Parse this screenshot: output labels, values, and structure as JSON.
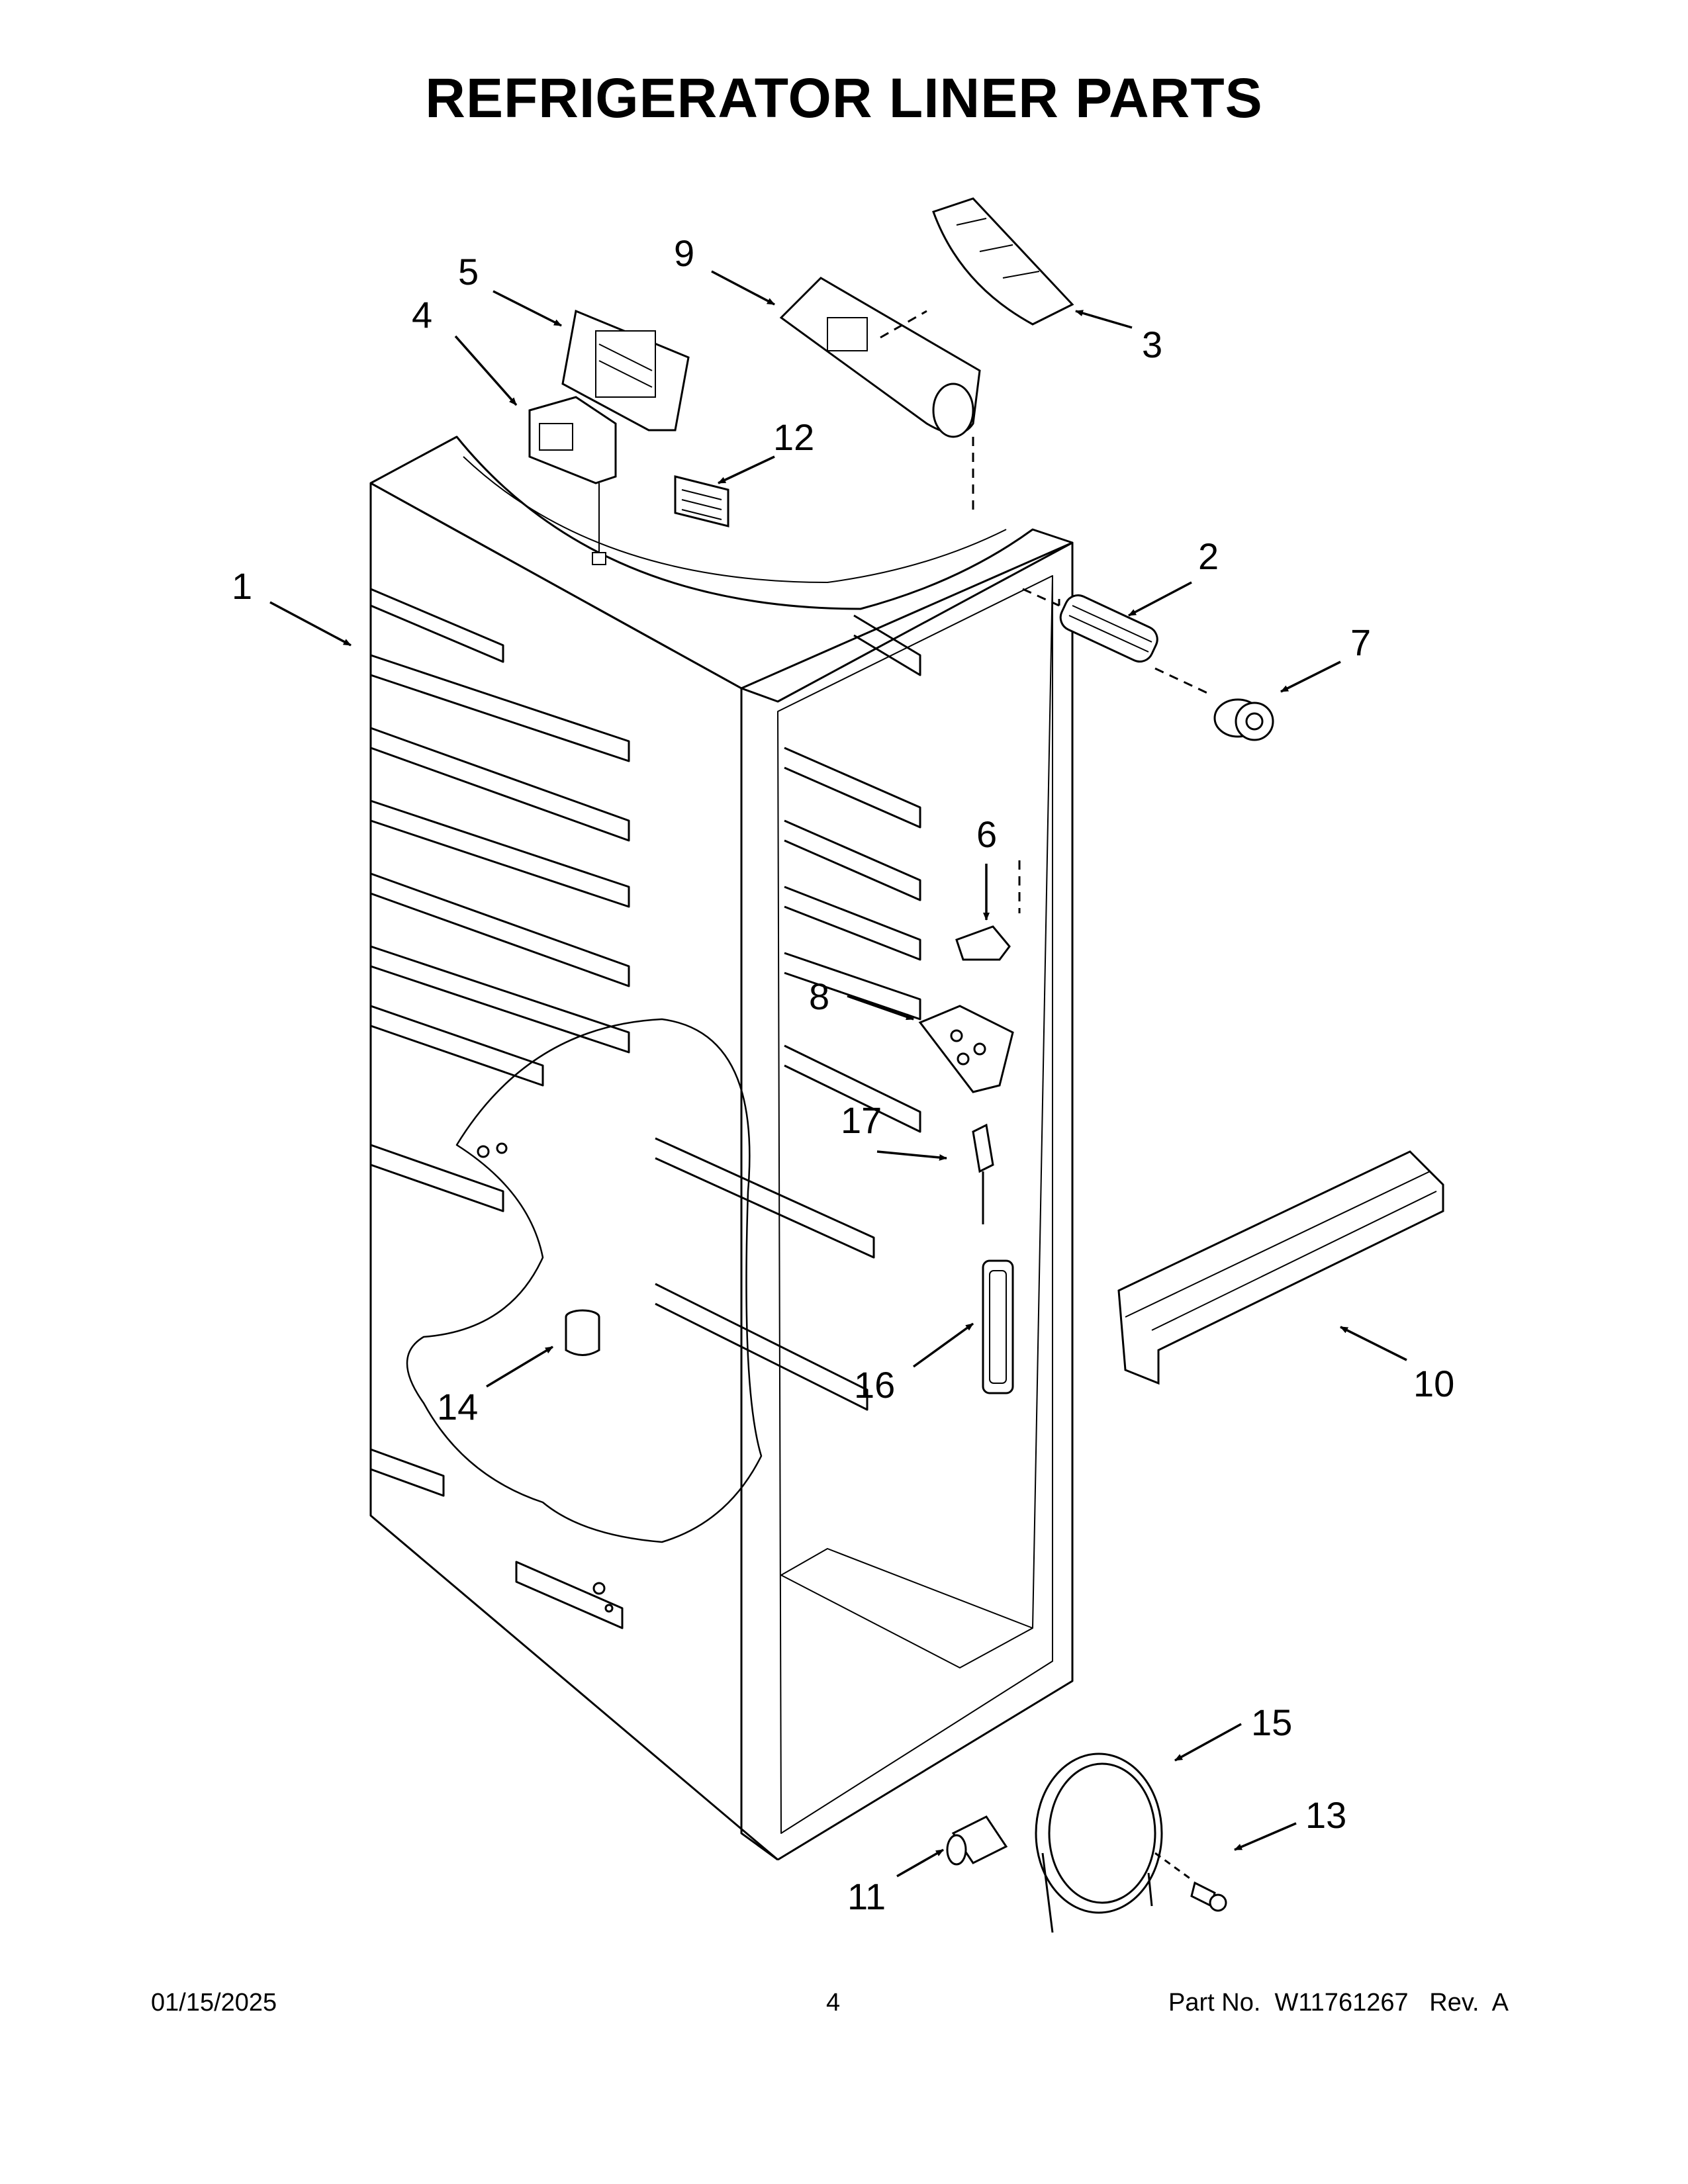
{
  "page": {
    "title": "REFRIGERATOR LINER PARTS"
  },
  "callouts": [
    {
      "id": "1",
      "label": "1"
    },
    {
      "id": "2",
      "label": "2"
    },
    {
      "id": "3",
      "label": "3"
    },
    {
      "id": "4",
      "label": "4"
    },
    {
      "id": "5",
      "label": "5"
    },
    {
      "id": "6",
      "label": "6"
    },
    {
      "id": "7",
      "label": "7"
    },
    {
      "id": "8",
      "label": "8"
    },
    {
      "id": "9",
      "label": "9"
    },
    {
      "id": "10",
      "label": "10"
    },
    {
      "id": "11",
      "label": "11"
    },
    {
      "id": "12",
      "label": "12"
    },
    {
      "id": "13",
      "label": "13"
    },
    {
      "id": "14",
      "label": "14"
    },
    {
      "id": "15",
      "label": "15"
    },
    {
      "id": "16",
      "label": "16"
    },
    {
      "id": "17",
      "label": "17"
    }
  ],
  "footer": {
    "date": "01/15/2025",
    "page_number": "4",
    "part_info": "Part No.  W11761267   Rev.  A"
  }
}
